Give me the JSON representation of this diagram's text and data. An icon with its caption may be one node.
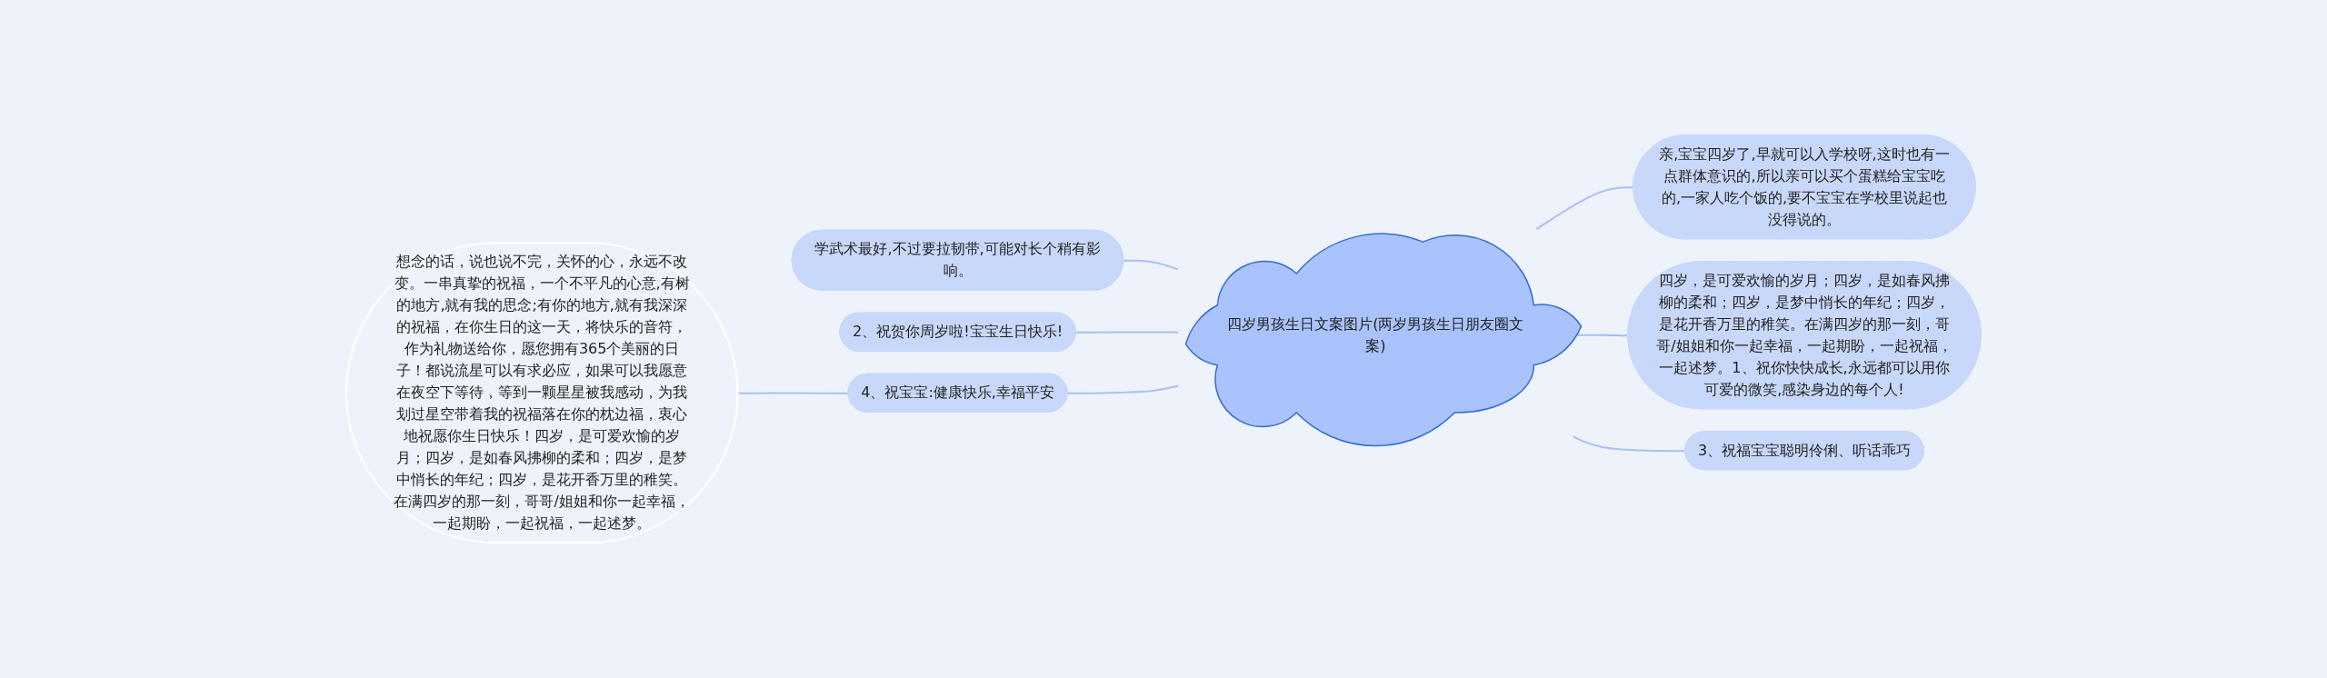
{
  "diagram": {
    "nodes": [
      {
        "text": [
          "四岁男孩生日文案图片(两岁男孩生日朋友圈文案)"
        ]
      },
      {
        "text": [
          "学武术最好,不过要拉韧带,可能对长个稍有影响。"
        ]
      },
      {
        "text": [
          "2、祝贺你周岁啦!宝宝生日快乐!"
        ]
      },
      {
        "text": [
          "4、祝宝宝:健康快乐,幸福平安"
        ]
      },
      {
        "text": [
          "想念的话，说也说不完，关怀的心，永远不改变。一串真挚的祝福，一个不平凡的心意,有树的地方,就有我的思念;有你的地方,就有我深深的祝福，在你生日的这一天，将快乐的音符，作为礼物送给你，愿您拥有365个美丽的日子！都说流星可以有求必应，如果可以我愿意在夜空下等待，等到一颗星星被我感动，为我划过星空带着我的祝福落在你的枕边福，衷心地祝愿你生日快乐！四岁，是可爱欢愉的岁月；四岁，是如春风拂柳的柔和；四岁，是梦中悄长的年纪；四岁，是花开香万里的稚笑。在满四岁的那一刻，哥哥/姐姐和你一起幸福，一起期盼，一起祝福，一起述梦。"
        ]
      },
      {
        "text": [
          "亲,宝宝四岁了,早就可以入学校呀,这时也有一点群体意识的,所以亲可以买个蛋糕给宝宝吃的,一家人吃个饭的,要不宝宝在学校里说起也没得说的。"
        ]
      },
      {
        "text": [
          "四岁，是可爱欢愉的岁月；四岁，是如春风拂柳的柔和；四岁，是梦中悄长的年纪；四岁，是花开香万里的稚笑。在满四岁的那一刻，哥哥/姐姐和你一起幸福，一起期盼，一起祝福，一起述梦。1、祝你快快成长,永远都可以用你可爱的微笑,感染身边的每个人!"
        ]
      },
      {
        "text": [
          "3、祝福宝宝聪明伶俐、听话乖巧"
        ]
      }
    ],
    "edges": [
      {
        "from": 1,
        "to": 0,
        "arrow": "none"
      },
      {
        "from": 2,
        "to": 0,
        "arrow": "none"
      },
      {
        "from": 3,
        "to": 0,
        "arrow": "none"
      },
      {
        "from": 4,
        "to": 3,
        "arrow": "none"
      },
      {
        "from": 0,
        "to": 5,
        "arrow": "none"
      },
      {
        "from": 0,
        "to": 6,
        "arrow": "none"
      },
      {
        "from": 0,
        "to": 7,
        "arrow": "none"
      }
    ]
  }
}
